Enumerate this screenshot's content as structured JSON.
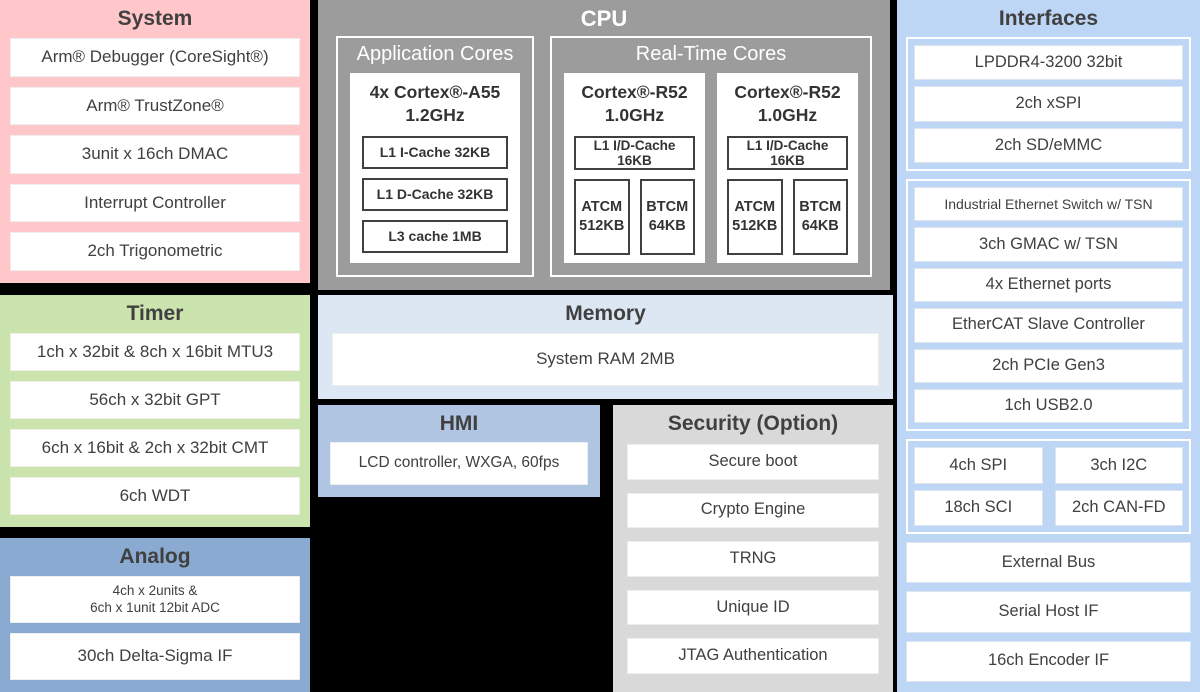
{
  "colors": {
    "system-bg": "#ffc7c9",
    "timer-bg": "#cbe3ac",
    "analog-bg": "#8aaad2",
    "cpu-bg": "#9c9c9c",
    "memory-bg": "#dce7f3",
    "hmi-bg": "#afc5e1",
    "security-bg": "#d9d9d9",
    "interfaces-bg": "#bdd6f5",
    "text": "#404040"
  },
  "blocks": {
    "system": {
      "title": "System",
      "items": [
        "Arm® Debugger (CoreSight®)",
        "Arm® TrustZone®",
        "3unit x 16ch DMAC",
        "Interrupt Controller",
        "2ch Trigonometric"
      ]
    },
    "timer": {
      "title": "Timer",
      "items": [
        "1ch x 32bit & 8ch x 16bit MTU3",
        "56ch x 32bit GPT",
        "6ch x 16bit & 2ch x 32bit CMT",
        "6ch WDT"
      ]
    },
    "analog": {
      "title": "Analog",
      "items": [
        "4ch x 2units &\n6ch x 1unit 12bit ADC",
        "30ch Delta-Sigma IF"
      ]
    },
    "cpu": {
      "title": "CPU",
      "application": {
        "title": "Application Cores",
        "core_name": "4x Cortex®-A55\n1.2GHz",
        "caches": [
          "L1 I-Cache 32KB",
          "L1 D-Cache 32KB",
          "L3 cache 1MB"
        ]
      },
      "realtime": {
        "title": "Real-Time Cores",
        "cores": [
          {
            "name": "Cortex®-R52\n1.0GHz",
            "cache": "L1 I/D-Cache 16KB",
            "tcm": [
              "ATCM\n512KB",
              "BTCM\n64KB"
            ]
          },
          {
            "name": "Cortex®-R52\n1.0GHz",
            "cache": "L1 I/D-Cache 16KB",
            "tcm": [
              "ATCM\n512KB",
              "BTCM\n64KB"
            ]
          }
        ]
      }
    },
    "memory": {
      "title": "Memory",
      "items": [
        "System RAM 2MB"
      ]
    },
    "hmi": {
      "title": "HMI",
      "items": [
        "LCD controller, WXGA, 60fps"
      ]
    },
    "security": {
      "title": "Security (Option)",
      "items": [
        "Secure boot",
        "Crypto Engine",
        "TRNG",
        "Unique ID",
        "JTAG Authentication"
      ]
    },
    "interfaces": {
      "title": "Interfaces",
      "group1": [
        "LPDDR4-3200 32bit",
        "2ch xSPI",
        "2ch SD/eMMC"
      ],
      "group2": [
        "Industrial Ethernet Switch w/ TSN",
        "3ch GMAC w/ TSN",
        "4x Ethernet ports",
        "EtherCAT Slave Controller",
        "2ch PCIe Gen3",
        "1ch USB2.0"
      ],
      "grid": [
        "4ch SPI",
        "3ch I2C",
        "18ch SCI",
        "2ch CAN-FD"
      ],
      "rows": [
        "External Bus",
        "Serial Host IF",
        "16ch Encoder IF"
      ]
    }
  }
}
